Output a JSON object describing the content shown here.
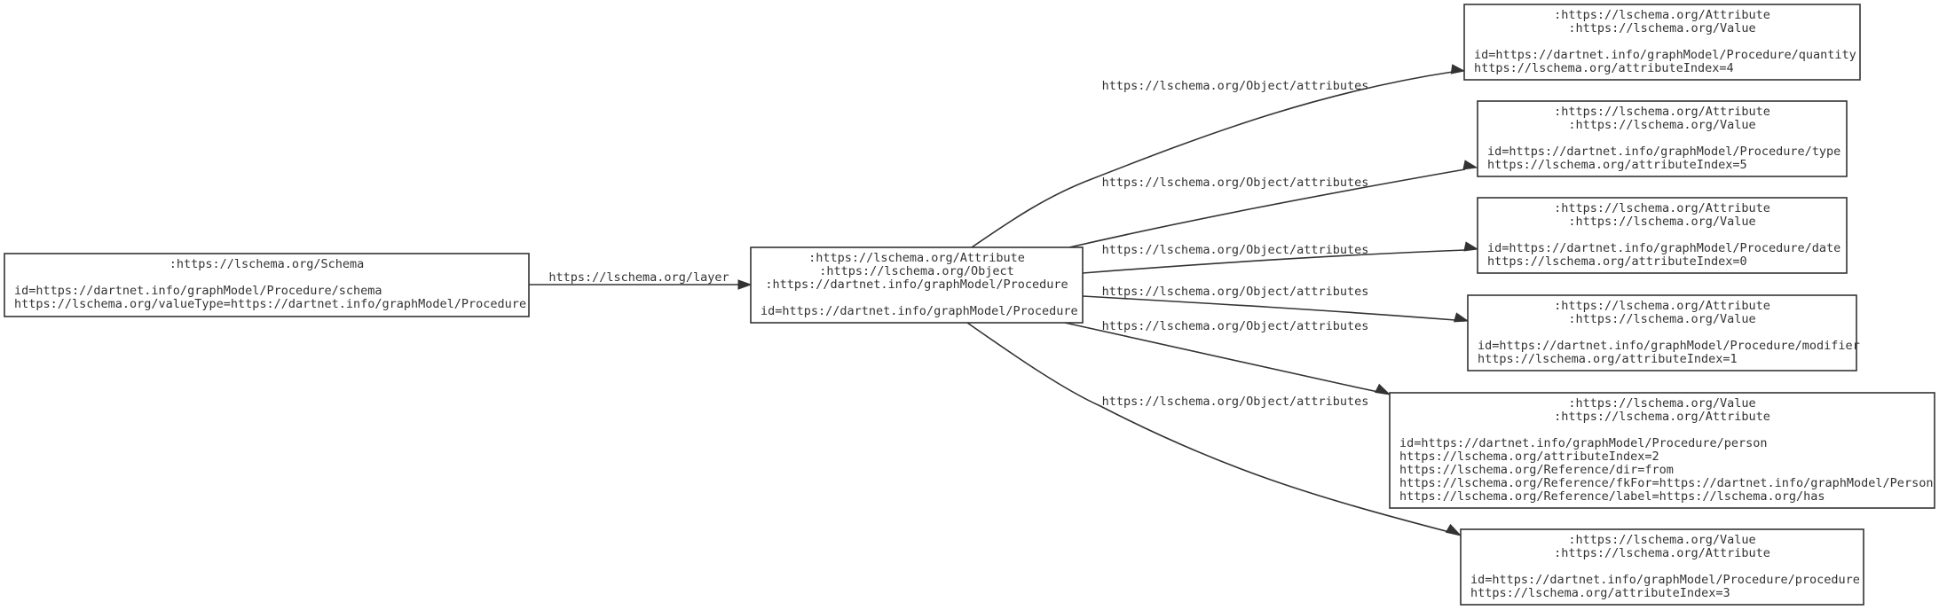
{
  "nodes": [
    {
      "id": "schema",
      "header": [
        ":https://lschema.org/Schema"
      ],
      "body": [
        "id=https://dartnet.info/graphModel/Procedure/schema",
        "https://lschema.org/valueType=https://dartnet.info/graphModel/Procedure"
      ]
    },
    {
      "id": "procedure",
      "header": [
        ":https://lschema.org/Attribute",
        ":https://lschema.org/Object",
        ":https://dartnet.info/graphModel/Procedure"
      ],
      "body": [
        "id=https://dartnet.info/graphModel/Procedure"
      ]
    },
    {
      "id": "quantity",
      "header": [
        ":https://lschema.org/Attribute",
        ":https://lschema.org/Value"
      ],
      "body": [
        "id=https://dartnet.info/graphModel/Procedure/quantity",
        "https://lschema.org/attributeIndex=4"
      ]
    },
    {
      "id": "type",
      "header": [
        ":https://lschema.org/Attribute",
        ":https://lschema.org/Value"
      ],
      "body": [
        "id=https://dartnet.info/graphModel/Procedure/type",
        "https://lschema.org/attributeIndex=5"
      ]
    },
    {
      "id": "date",
      "header": [
        ":https://lschema.org/Attribute",
        ":https://lschema.org/Value"
      ],
      "body": [
        "id=https://dartnet.info/graphModel/Procedure/date",
        "https://lschema.org/attributeIndex=0"
      ]
    },
    {
      "id": "modifier",
      "header": [
        ":https://lschema.org/Attribute",
        ":https://lschema.org/Value"
      ],
      "body": [
        "id=https://dartnet.info/graphModel/Procedure/modifier",
        "https://lschema.org/attributeIndex=1"
      ]
    },
    {
      "id": "person",
      "header": [
        ":https://lschema.org/Value",
        ":https://lschema.org/Attribute"
      ],
      "body": [
        "id=https://dartnet.info/graphModel/Procedure/person",
        "https://lschema.org/attributeIndex=2",
        "https://lschema.org/Reference/dir=from",
        "https://lschema.org/Reference/fkFor=https://dartnet.info/graphModel/Person",
        "https://lschema.org/Reference/label=https://lschema.org/has"
      ]
    },
    {
      "id": "procedure_attr",
      "header": [
        ":https://lschema.org/Value",
        ":https://lschema.org/Attribute"
      ],
      "body": [
        "id=https://dartnet.info/graphModel/Procedure/procedure",
        "https://lschema.org/attributeIndex=3"
      ]
    }
  ],
  "edges": [
    {
      "from": "schema",
      "to": "procedure",
      "label": "https://lschema.org/layer"
    },
    {
      "from": "procedure",
      "to": "quantity",
      "label": "https://lschema.org/Object/attributes"
    },
    {
      "from": "procedure",
      "to": "type",
      "label": "https://lschema.org/Object/attributes"
    },
    {
      "from": "procedure",
      "to": "date",
      "label": "https://lschema.org/Object/attributes"
    },
    {
      "from": "procedure",
      "to": "modifier",
      "label": "https://lschema.org/Object/attributes"
    },
    {
      "from": "procedure",
      "to": "person",
      "label": "https://lschema.org/Object/attributes"
    },
    {
      "from": "procedure",
      "to": "procedure_attr",
      "label": "https://lschema.org/Object/attributes"
    }
  ]
}
